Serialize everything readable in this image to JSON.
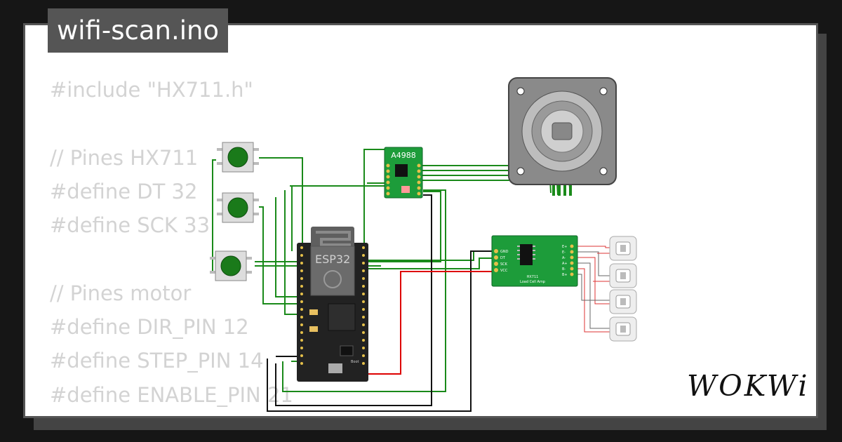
{
  "title": "wifi-scan.ino",
  "code_lines": [
    "#include \"HX711.h\"",
    "",
    "// Pines HX711",
    "#define DT 32",
    "#define SCK 33",
    "",
    "// Pines motor",
    "#define DIR_PIN 12",
    "#define STEP_PIN 14",
    "#define ENABLE_PIN 21"
  ],
  "components": {
    "driver_label": "A4988",
    "mcu_label": "ESP32",
    "mcu_boot_label": "Boot",
    "hx711_pins": [
      "GND",
      "DT",
      "SCK",
      "VCC"
    ],
    "hx711_out_pins": [
      "E+",
      "E-",
      "A-",
      "A+",
      "B-",
      "B+"
    ],
    "hx711_title": "HX711",
    "hx711_subtitle": "Load Cell Amp"
  },
  "colors": {
    "wire_green": "#1a8a1a",
    "wire_black": "#111111",
    "wire_red": "#dd0000",
    "board_green": "#1d9c3a"
  },
  "brand": "WOKWi"
}
